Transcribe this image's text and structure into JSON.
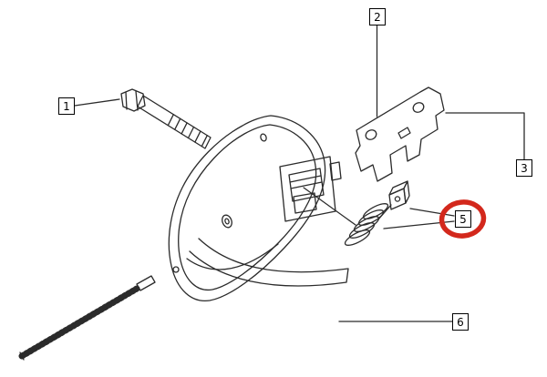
{
  "figure": {
    "background": "#ffffff",
    "line_color": "#2b2b2b",
    "highlight": {
      "color": "#d3281c",
      "circled_label": "5"
    },
    "labels": {
      "part1": "1",
      "part2": "2",
      "part3": "3",
      "part5": "5",
      "part6": "6"
    }
  }
}
